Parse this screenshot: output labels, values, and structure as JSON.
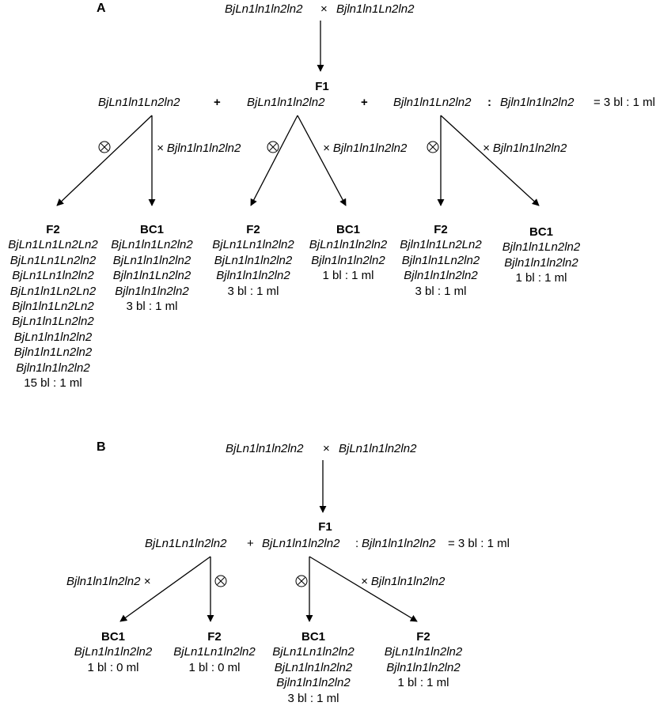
{
  "panelA": {
    "label": "A",
    "cross": {
      "left": "BjLn1ln1ln2ln2",
      "symbol": "×",
      "right": "Bjln1ln1Ln2ln2"
    },
    "f1": {
      "label": "F1",
      "g1": "BjLn1ln1Ln2ln2",
      "plus1": "+",
      "g2": "BjLn1ln1ln2ln2",
      "plus2": "+",
      "g3": "Bjln1ln1Ln2ln2",
      "colon": ":",
      "g4": "Bjln1ln1ln2ln2",
      "ratio": "= 3 bl : 1 ml"
    },
    "backcross": "× Bjln1ln1ln2ln2",
    "columns": [
      {
        "header": "F2",
        "genotypes": [
          "BjLn1Ln1Ln2Ln2",
          "BjLn1Ln1Ln2ln2",
          "BjLn1Ln1ln2ln2",
          "BjLn1ln1Ln2Ln2",
          "Bjln1ln1Ln2Ln2",
          "BjLn1ln1Ln2ln2",
          "BjLn1ln1ln2ln2",
          "Bjln1ln1Ln2ln2",
          "Bjln1ln1ln2ln2"
        ],
        "ratio": "15 bl : 1 ml"
      },
      {
        "header": "BC1",
        "genotypes": [
          "BjLn1ln1Ln2ln2",
          "BjLn1ln1ln2ln2",
          "Bjln1ln1Ln2ln2",
          "Bjln1ln1ln2ln2"
        ],
        "ratio": "3 bl : 1 ml"
      },
      {
        "header": "F2",
        "genotypes": [
          "BjLn1Ln1ln2ln2",
          "BjLn1ln1ln2ln2",
          "Bjln1ln1ln2ln2"
        ],
        "ratio": "3 bl : 1 ml"
      },
      {
        "header": "BC1",
        "genotypes": [
          "BjLn1ln1ln2ln2",
          "Bjln1ln1ln2ln2"
        ],
        "ratio": "1 bl : 1 ml"
      },
      {
        "header": "F2",
        "genotypes": [
          "Bjln1ln1Ln2Ln2",
          "Bjln1ln1Ln2ln2",
          "Bjln1ln1ln2ln2"
        ],
        "ratio": "3 bl : 1 ml"
      },
      {
        "header": "BC1",
        "genotypes": [
          "Bjln1ln1Ln2ln2",
          "Bjln1ln1ln2ln2"
        ],
        "ratio": "1 bl : 1 ml"
      }
    ]
  },
  "panelB": {
    "label": "B",
    "cross": {
      "left": "BjLn1ln1ln2ln2",
      "symbol": "×",
      "right": "BjLn1ln1ln2ln2"
    },
    "f1": {
      "label": "F1",
      "g1": "BjLn1Ln1ln2ln2",
      "plus": "+",
      "g2": "BjLn1ln1ln2ln2",
      "colon": ":",
      "g3": "Bjln1ln1ln2ln2",
      "ratio": "= 3 bl : 1 ml"
    },
    "backcross_left": "Bjln1ln1ln2ln2 ×",
    "backcross_right": "× Bjln1ln1ln2ln2",
    "columns": [
      {
        "header": "BC1",
        "genotypes": [
          "BjLn1ln1ln2ln2"
        ],
        "ratio": "1 bl : 0 ml"
      },
      {
        "header": "F2",
        "genotypes": [
          "BjLn1Ln1ln2ln2"
        ],
        "ratio": "1 bl : 0 ml"
      },
      {
        "header": "BC1",
        "genotypes": [
          "BjLn1Ln1ln2ln2",
          "BjLn1ln1ln2ln2",
          "Bjln1ln1ln2ln2"
        ],
        "ratio": "3 bl : 1 ml"
      },
      {
        "header": "F2",
        "genotypes": [
          "BjLn1ln1ln2ln2",
          "Bjln1ln1ln2ln2"
        ],
        "ratio": "1 bl : 1 ml"
      }
    ]
  }
}
